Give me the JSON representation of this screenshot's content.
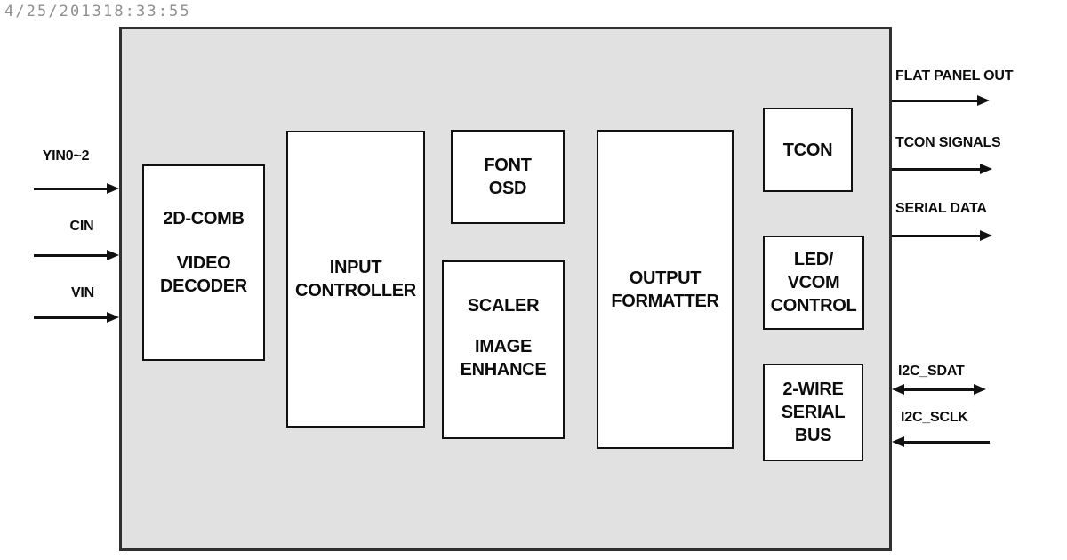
{
  "timestamp": "4/25/201318:33:55",
  "chip": {
    "blocks": {
      "video_decoder": {
        "line1": "2D-COMB",
        "line2": "VIDEO",
        "line3": "DECODER"
      },
      "input_controller": {
        "line1": "INPUT",
        "line2": "CONTROLLER"
      },
      "font_osd": {
        "line1": "FONT",
        "line2": "OSD"
      },
      "scaler": {
        "line1": "SCALER",
        "line2": "IMAGE",
        "line3": "ENHANCE"
      },
      "output_formatter": {
        "line1": "OUTPUT",
        "line2": "FORMATTER"
      },
      "tcon": {
        "line1": "TCON"
      },
      "led_vcom_control": {
        "line1": "LED/",
        "line2": "VCOM",
        "line3": "CONTROL"
      },
      "two_wire_serial_bus": {
        "line1": "2-WIRE",
        "line2": "SERIAL",
        "line3": "BUS"
      }
    },
    "left_pins": [
      {
        "label": "YIN0~2",
        "direction": "in"
      },
      {
        "label": "CIN",
        "direction": "in"
      },
      {
        "label": "VIN",
        "direction": "in"
      }
    ],
    "right_pins": [
      {
        "label": "FLAT PANEL OUT",
        "direction": "out"
      },
      {
        "label": "TCON SIGNALS",
        "direction": "out"
      },
      {
        "label": "SERIAL DATA",
        "direction": "out"
      },
      {
        "label": "I2C_SDAT",
        "direction": "bidirectional"
      },
      {
        "label": "I2C_SCLK",
        "direction": "in"
      }
    ],
    "colors": {
      "chip_fill": "#e1e1e1",
      "chip_border": "#303030",
      "block_fill": "#ffffff",
      "block_border": "#111111",
      "arrow": "#111111",
      "timestamp": "#8f8f8f",
      "background": "#ffffff"
    }
  }
}
